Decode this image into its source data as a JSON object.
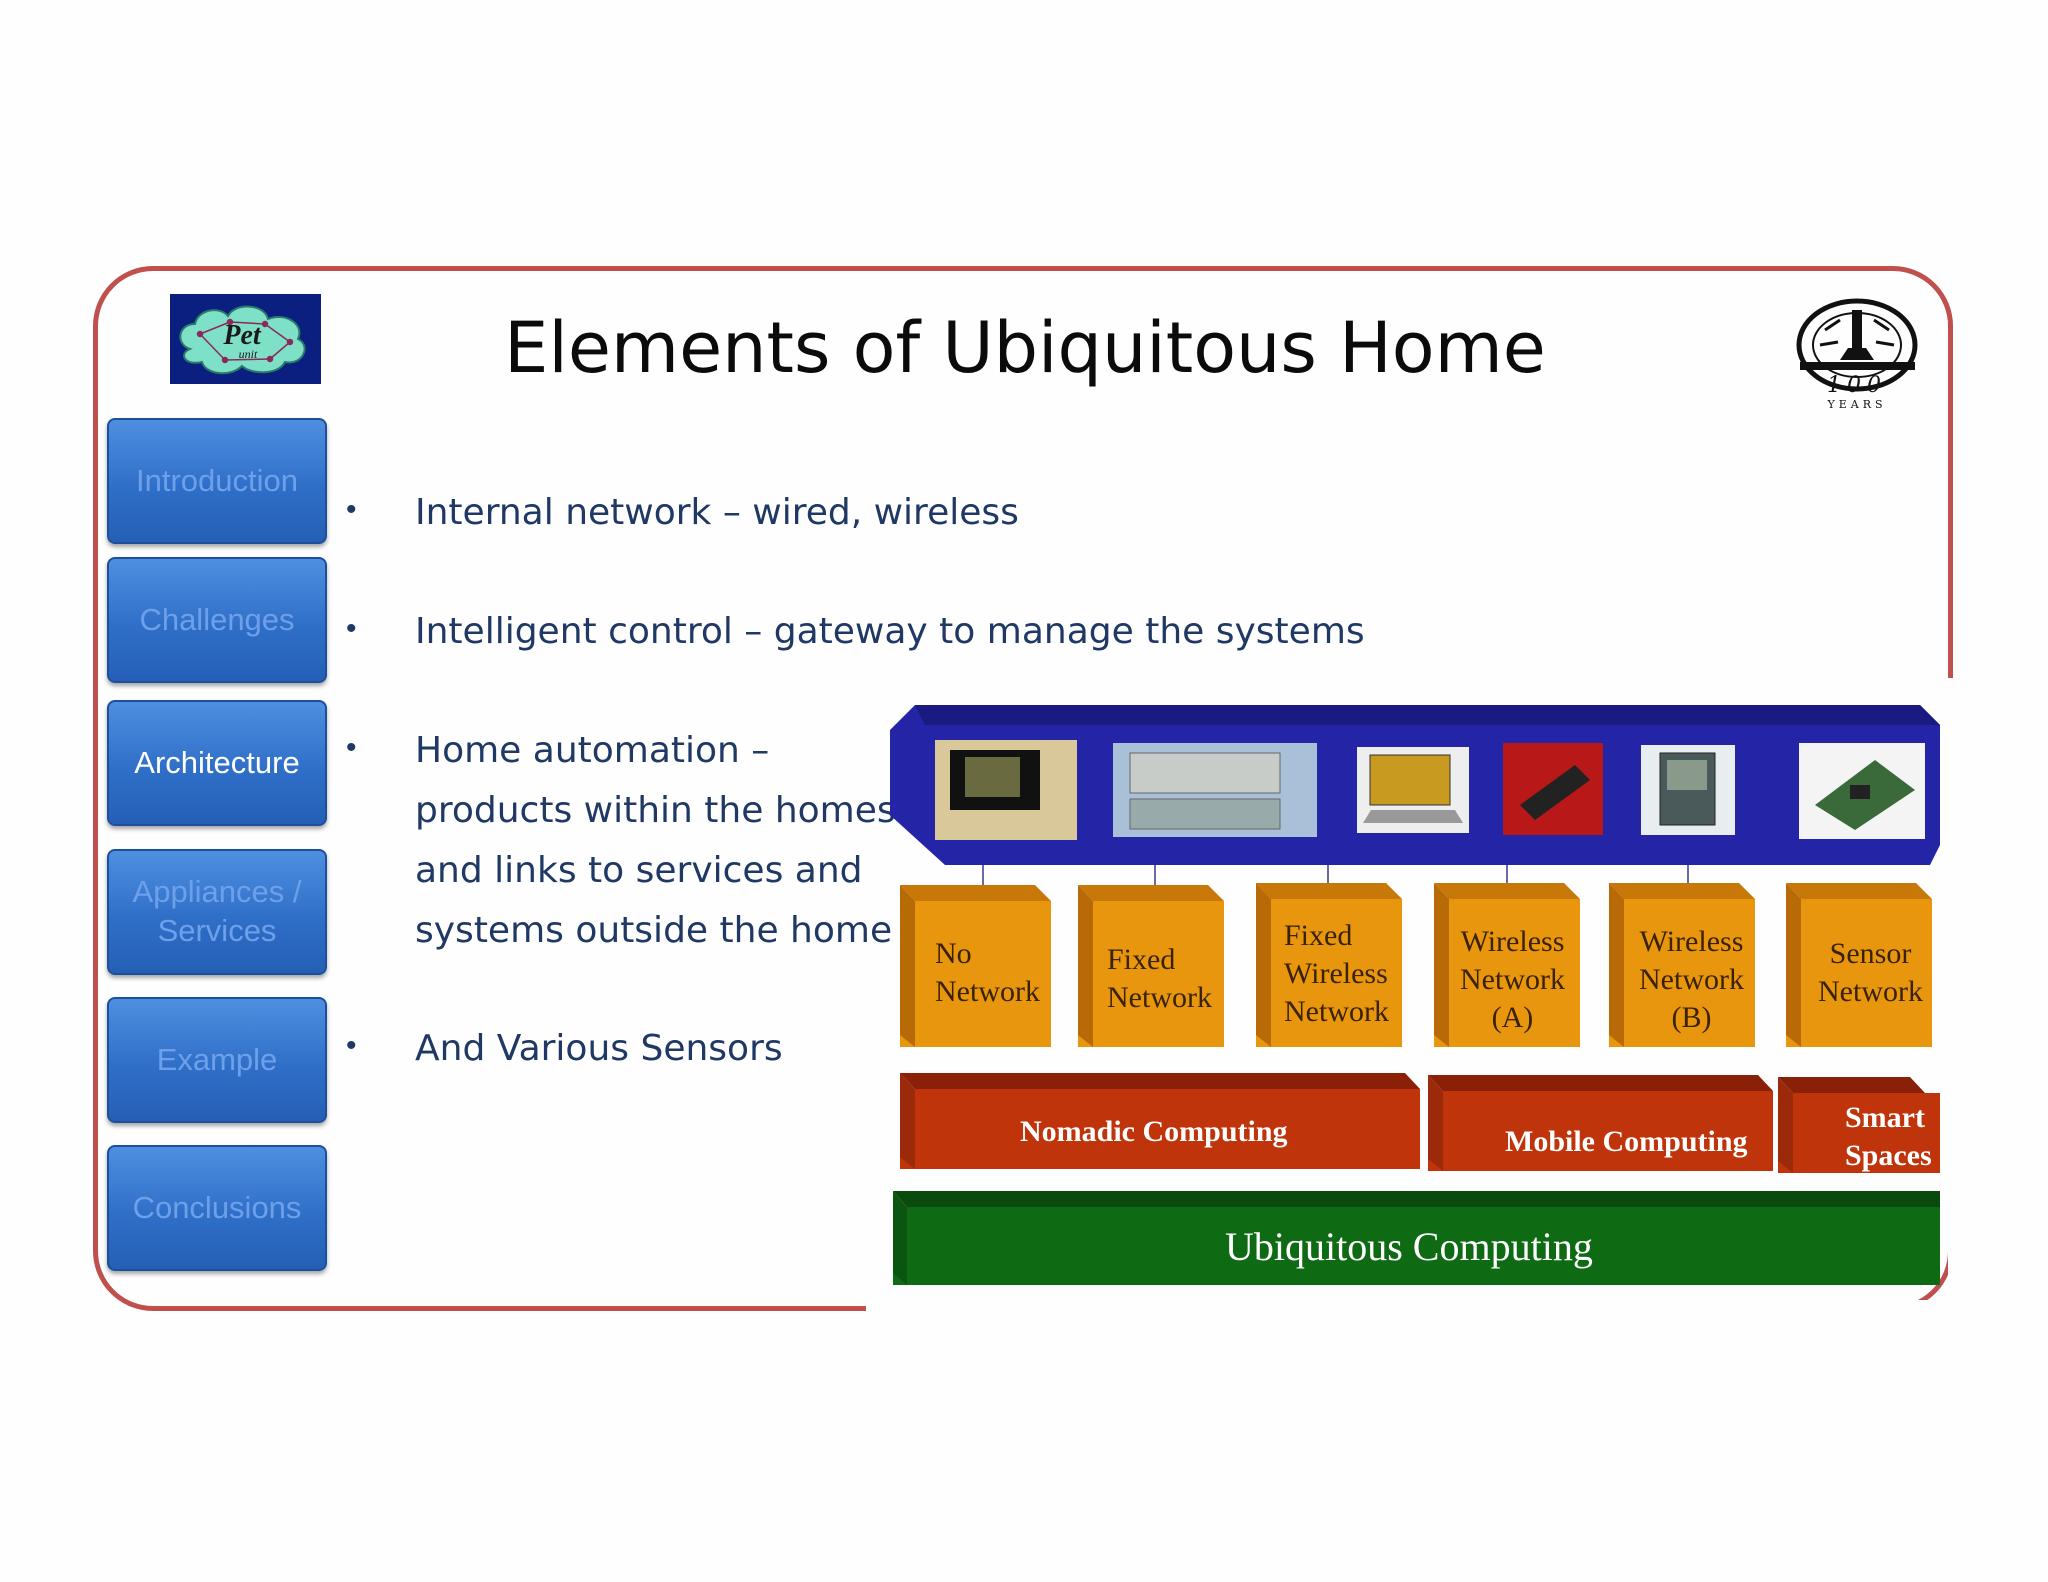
{
  "slide": {
    "title": "Elements of Ubiquitous Home",
    "logos": {
      "left_text": "Pet",
      "left_subtext": "unit",
      "right_text": "100",
      "right_subtext": "YEARS"
    }
  },
  "nav": {
    "items": [
      {
        "label": "Introduction",
        "active": false
      },
      {
        "label": "Challenges",
        "active": false
      },
      {
        "label": "Architecture",
        "active": true
      },
      {
        "label": "Appliances / Services",
        "active": false
      },
      {
        "label": "Example",
        "active": false
      },
      {
        "label": "Conclusions",
        "active": false
      }
    ]
  },
  "bullets": [
    {
      "lines": [
        "Internal network – wired, wireless"
      ]
    },
    {
      "lines": [
        "Intelligent control – gateway to manage the systems"
      ]
    },
    {
      "lines": [
        "Home automation –",
        "products within the homes",
        "and links to services and",
        "systems outside the home"
      ]
    },
    {
      "lines": [
        "And Various Sensors"
      ]
    }
  ],
  "diagram": {
    "networks": [
      {
        "lines": [
          "No",
          "Network"
        ]
      },
      {
        "lines": [
          "Fixed",
          "Network"
        ]
      },
      {
        "lines": [
          "Fixed",
          "Wireless",
          "Network"
        ]
      },
      {
        "lines": [
          "Wireless",
          "Network",
          "(A)"
        ]
      },
      {
        "lines": [
          "Wireless",
          "Network",
          "(B)"
        ]
      },
      {
        "lines": [
          "Sensor",
          "Network"
        ]
      }
    ],
    "computing": [
      {
        "lines": [
          "Nomadic Computing"
        ]
      },
      {
        "lines": [
          "Mobile Computing"
        ]
      },
      {
        "lines": [
          "Smart",
          "Spaces"
        ]
      }
    ],
    "base": "Ubiquitous Computing",
    "colors": {
      "device_bar": "#2a2aa8",
      "network_box": "#e8960e",
      "computing_box": "#c0340c",
      "base_box": "#0e6b14"
    }
  }
}
